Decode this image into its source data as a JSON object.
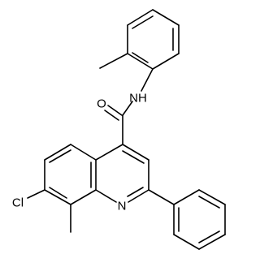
{
  "molecule": {
    "atoms": {
      "oxygen": "O",
      "amide_nitrogen": "NH",
      "ring_nitrogen": "N",
      "chlorine": "Cl"
    }
  },
  "colors": {
    "bond": "#000000",
    "label": "#000000",
    "background": "#ffffff"
  }
}
